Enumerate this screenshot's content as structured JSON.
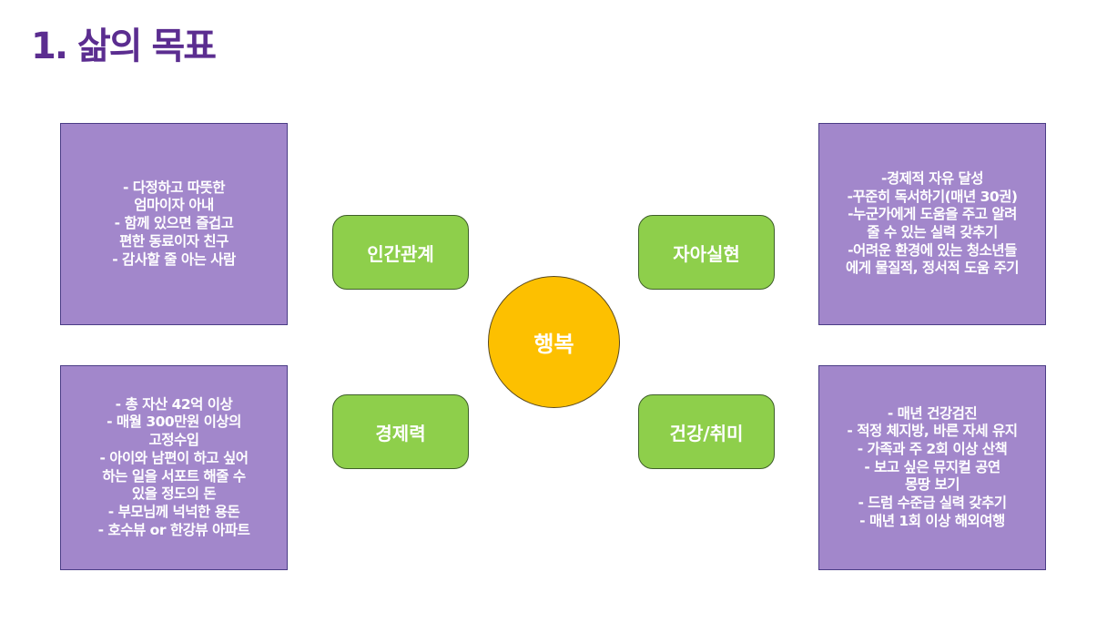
{
  "title": "1. 삶의 목표",
  "center": "행복",
  "categories": [
    {
      "label": "인간관계",
      "lines": [
        "- 다정하고 따뜻한",
        "엄마이자 아내",
        "- 함께 있으면 즐겁고",
        "편한 동료이자 친구",
        "- 감사할 줄 아는 사람"
      ]
    },
    {
      "label": "자아실현",
      "lines": [
        "-경제적 자유 달성",
        "-꾸준히 독서하기(매년 30권)",
        "-누군가에게 도움을 주고 알려",
        "줄 수 있는 실력 갖추기",
        "-어려운 환경에 있는 청소년들",
        "에게 물질적, 정서적 도움 주기"
      ]
    },
    {
      "label": "경제력",
      "lines": [
        "- 총 자산 42억 이상",
        "- 매월 300만원 이상의",
        "고정수입",
        "- 아이와 남편이 하고 싶어",
        "하는 일을 서포트 해줄 수",
        "있을 정도의 돈",
        "- 부모님께 넉넉한 용돈",
        "- 호수뷰 or 한강뷰 아파트"
      ]
    },
    {
      "label": "건강/취미",
      "lines": [
        "- 매년 건강검진",
        "- 적정 체지방, 바른 자세 유지",
        "- 가족과 주 2회 이상 산책",
        "- 보고 싶은 뮤지컬 공연",
        "몽땅 보기",
        "- 드럼 수준급 실력 갖추기",
        "- 매년 1회 이상 해외여행"
      ]
    }
  ],
  "colors": {
    "title": "#5b2d90",
    "box": "#a287cb",
    "pill": "#8ecf4b",
    "center": "#fdc000"
  }
}
